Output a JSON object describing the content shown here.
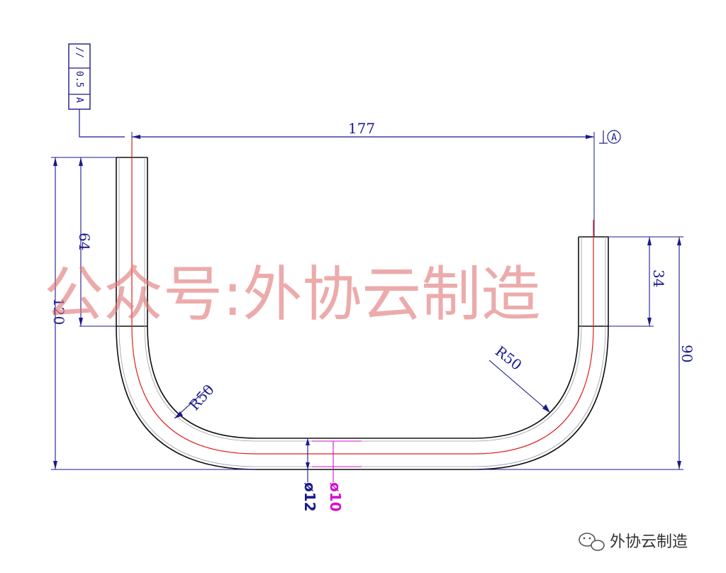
{
  "drawing": {
    "dimensions": {
      "width_177": "177",
      "left_leg_64": "64",
      "left_height_120": "120",
      "right_leg_34": "34",
      "right_height_90": "90",
      "left_radius": "R50",
      "right_radius": "R50",
      "outer_diameter": "ø12",
      "inner_diameter": "ø10"
    },
    "datum": "A",
    "gdt_frame": {
      "symbol": "//",
      "tolerance": "0.5",
      "datum": "A"
    }
  },
  "watermark": {
    "text": "公众号:外协云制造"
  },
  "brand": {
    "name": "外协云制造",
    "icon": "wechat-icon"
  },
  "colors": {
    "outline": "#111111",
    "centerline": "#e02020",
    "dimension": "#1a1a8c",
    "diameter_inner": "#d010d0",
    "watermark": "#e07878"
  }
}
